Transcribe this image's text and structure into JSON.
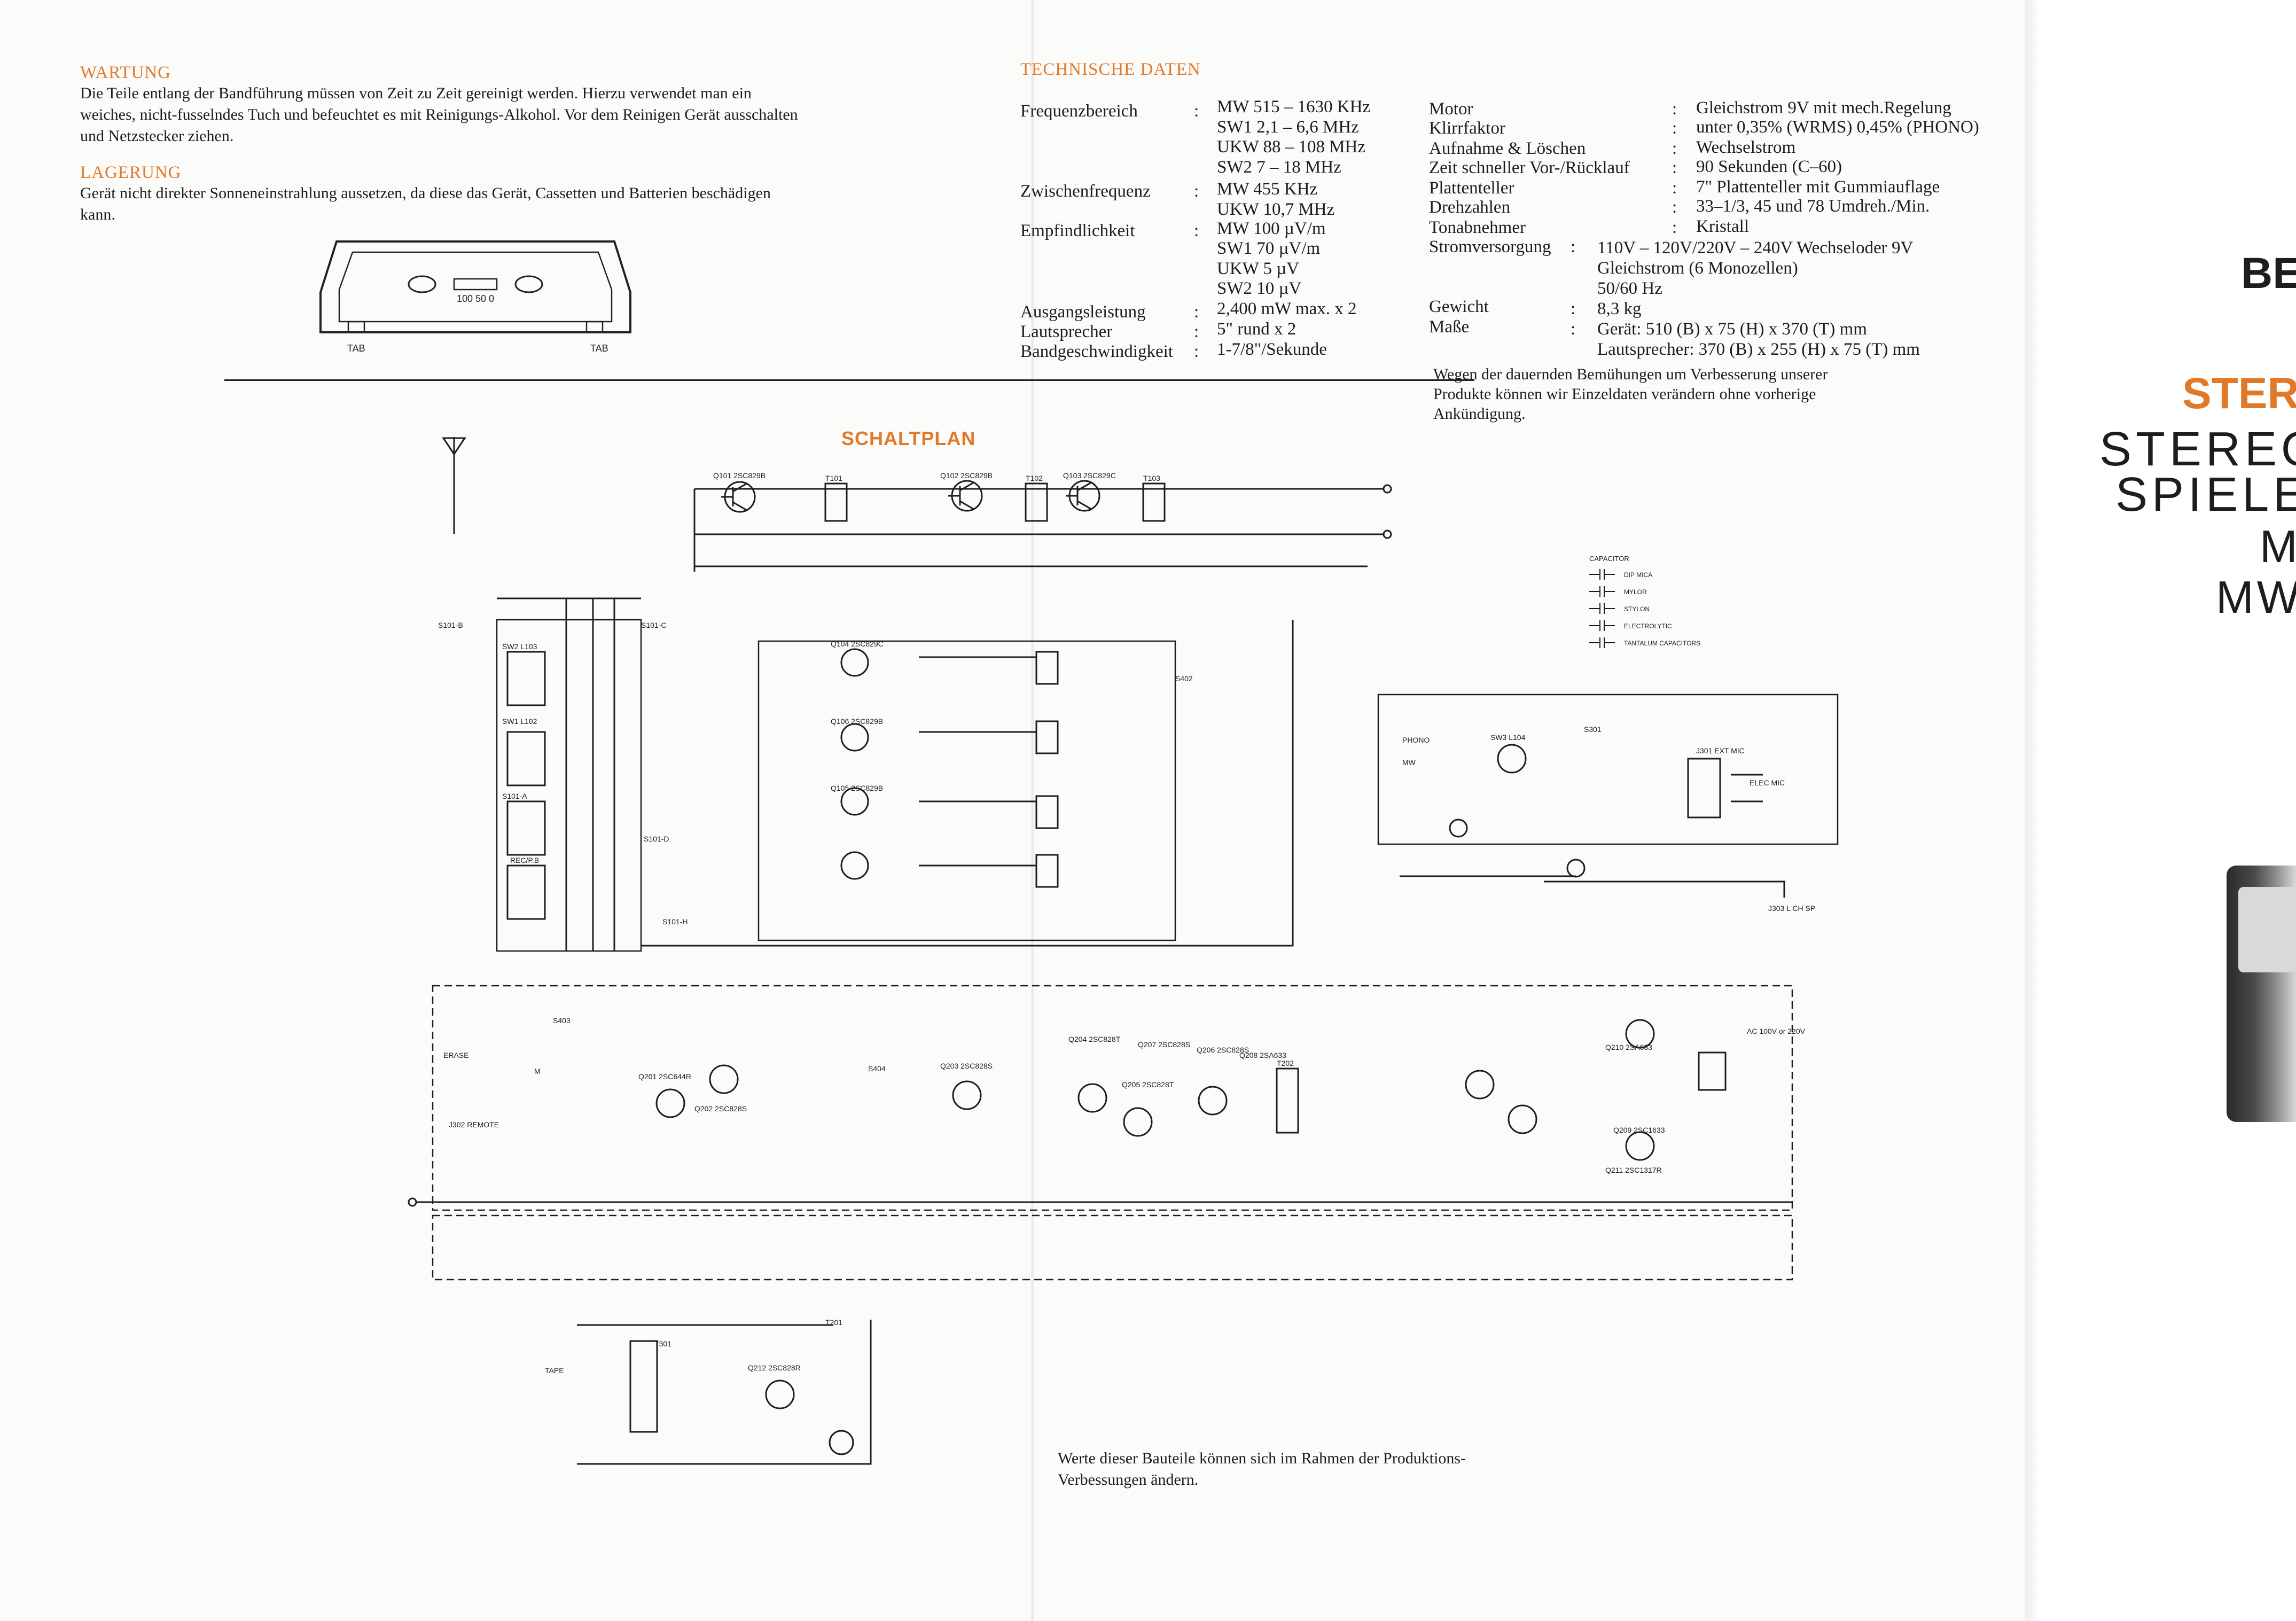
{
  "wartung": {
    "heading": "WARTUNG",
    "lines": [
      "Die Teile entlang der Bandführung müssen von Zeit zu Zeit gereinigt werden.  Hierzu verwendet man ein",
      "weiches, nicht-fusselndes Tuch und befeuchtet es mit Reinigungs-Alkohol.  Vor dem Reinigen Gerät ausschalten",
      "und Netzstecker ziehen."
    ]
  },
  "lagerung": {
    "heading": "LAGERUNG",
    "lines": [
      "Gerät nicht direkter Sonneneinstrahlung aussetzen, da diese das Gerät, Cassetten und Batterien beschädigen",
      "kann."
    ]
  },
  "cassette": {
    "counter": "100   50   0",
    "tab_left": "TAB",
    "tab_right": "TAB"
  },
  "tech": {
    "heading": "TECHNISCHE DATEN",
    "left": [
      {
        "label": "Frequenzbereich",
        "sep": ":",
        "values": [
          "MW 515  –  1630 KHz",
          "SW1 2,1  –  6,6   MHz",
          "UKW 88  –  108   MHz",
          "SW2 7  –  18 MHz"
        ]
      },
      {
        "label": "Zwischenfrequenz",
        "sep": ":",
        "values": [
          "MW 455 KHz",
          "UKW 10,7 MHz"
        ]
      },
      {
        "label": "Empfindlichkeit",
        "sep": ":",
        "values": [
          "MW 100  µV/m",
          "SW1 70  µV/m",
          "UKW 5  µV",
          "SW2 10  µV"
        ]
      },
      {
        "label": "Ausgangsleistung",
        "sep": ":",
        "values": [
          "2,400 mW max. x 2"
        ]
      },
      {
        "label": "Lautsprecher",
        "sep": ":",
        "values": [
          "5\"  rund  x 2"
        ]
      },
      {
        "label": "Bandgeschwindigkeit",
        "sep": ":",
        "values": [
          "1-7/8\"/Sekunde"
        ]
      }
    ],
    "right": [
      {
        "label": "Motor",
        "sep": ":",
        "values": [
          "Gleichstrom 9V  mit mech.Regelung"
        ]
      },
      {
        "label": "Klirrfaktor",
        "sep": ":",
        "values": [
          "unter 0,35% (WRMS) 0,45% (PHONO)"
        ]
      },
      {
        "label": "Aufnahme & Löschen",
        "sep": ":",
        "values": [
          "Wechselstrom"
        ]
      },
      {
        "label": "Zeit schneller Vor-/Rücklauf",
        "sep": ":",
        "values": [
          "90  Sekunden  (C–60)"
        ]
      },
      {
        "label": "Plattenteller",
        "sep": ":",
        "values": [
          "7\"  Plattenteller  mit  Gummiauflage"
        ]
      },
      {
        "label": "Drehzahlen",
        "sep": ":",
        "values": [
          "33–1/3, 45  und  78  Umdreh./Min."
        ]
      },
      {
        "label": "Tonabnehmer",
        "sep": ":",
        "values": [
          "Kristall"
        ]
      },
      {
        "label": "Stromversorgung",
        "sep": ":",
        "values": [
          "110V  –  120V/220V  –  240V  Wechseloder  9V",
          "Gleichstrom  (6  Monozellen)",
          "50/60  Hz"
        ]
      },
      {
        "label": "Gewicht",
        "sep": ":",
        "values": [
          "8,3  kg"
        ]
      },
      {
        "label": "Maße",
        "sep": ":",
        "values": [
          "Gerät:  510  (B)  x  75  (H)  x  370  (T)  mm",
          "Lautsprecher:   370  (B)  x  255  (H)  x  75  (T)  mm"
        ]
      }
    ],
    "note": [
      "Wegen  der  dauernden  Bemühungen  um  Verbesserung  unserer",
      "Produkte  können  wir  Einzeldaten  verändern  ohne  vorherige",
      "Ankündigung."
    ]
  },
  "schaltplan": {
    "title": "SCHALTPLAN"
  },
  "legend": {
    "title": "CAPACITOR",
    "items": [
      "DIP MICA",
      "MYLOR",
      "STYLON",
      "ELECTROLYTIC",
      "TANTALUM CAPACITORS"
    ]
  },
  "component_labels": [
    "Q101 2SC829B",
    "Q102 2SC829B",
    "Q103 2SC829C",
    "T101",
    "T102",
    "T103",
    "Q104 2SC829C",
    "Q105 2SC829B",
    "Q106 2SC829B",
    "Q201 2SC644R",
    "Q202 2SC828S",
    "Q203 2SC828S",
    "Q204 2SC828T",
    "Q205 2SC828T",
    "Q206 2SC828S",
    "Q207 2SC828S",
    "Q208 2SA633",
    "Q209 2SC1633",
    "Q210 2SA633",
    "Q211 2SC1317R",
    "Q212 2SC828R",
    "SW3 L104",
    "SW2 L103",
    "SW1 L102",
    "S101-A",
    "S101-B",
    "S101-C",
    "S101-D",
    "S101-H",
    "S402",
    "S403",
    "S404",
    "S301",
    "T201",
    "T202",
    "T301",
    "J301 EXT MIC",
    "J302 REMOTE",
    "J303 L CH SP",
    "AC 100V or 220V",
    "ELEC MIC",
    "ERASE",
    "TAPE",
    "PHONO",
    "MW",
    "REC/P.B",
    "M"
  ],
  "bottom_note": [
    "Werte  dieser  Bauteile  können  sich  im  Rahmen  der  Produktions-",
    "Verbessungen  ändern."
  ],
  "right_panel": {
    "be": "BE",
    "ster": "STER",
    "stereo": "STEREO",
    "spiele": "SPIELE",
    "m": "M",
    "mw": "MW"
  },
  "colors": {
    "accent": "#e07a2a",
    "text": "#1d1d1d",
    "paper": "#fbfbf9"
  }
}
